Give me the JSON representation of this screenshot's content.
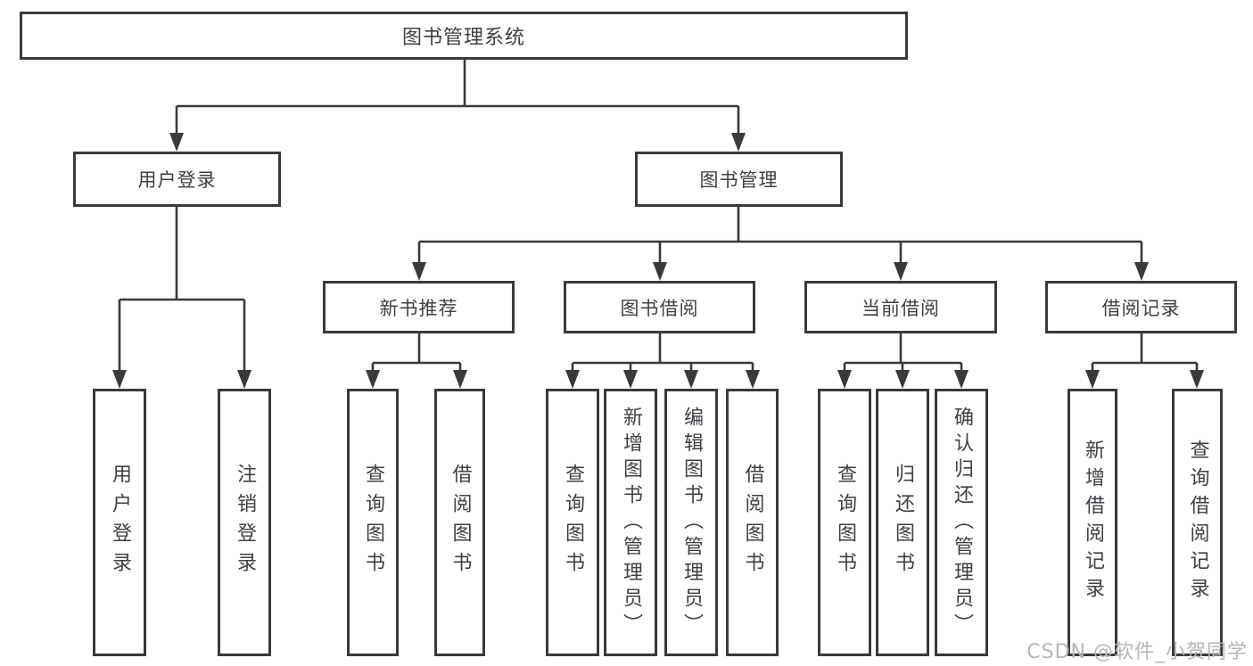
{
  "colors": {
    "line": "#3a3a3a",
    "text": "#3f4045",
    "watermark": "#b6b6b6",
    "background": "#ffffff"
  },
  "watermark": {
    "text": "CSDN @软件_小贺同学"
  },
  "tree": {
    "root": "图书管理系统",
    "branches": [
      {
        "label": "用户登录",
        "children": [
          "用户登录",
          "注销登录"
        ]
      },
      {
        "label": "图书管理",
        "sections": [
          {
            "label": "新书推荐",
            "children": [
              "查询图书",
              "借阅图书"
            ]
          },
          {
            "label": "图书借阅",
            "children": [
              "查询图书",
              "新增图书（管理员）",
              "编辑图书（管理员）",
              "借阅图书"
            ]
          },
          {
            "label": "当前借阅",
            "children": [
              "查询图书",
              "归还图书",
              "确认归还（管理员）"
            ]
          },
          {
            "label": "借阅记录",
            "children": [
              "新增借阅记录",
              "查询借阅记录"
            ]
          }
        ]
      }
    ]
  }
}
